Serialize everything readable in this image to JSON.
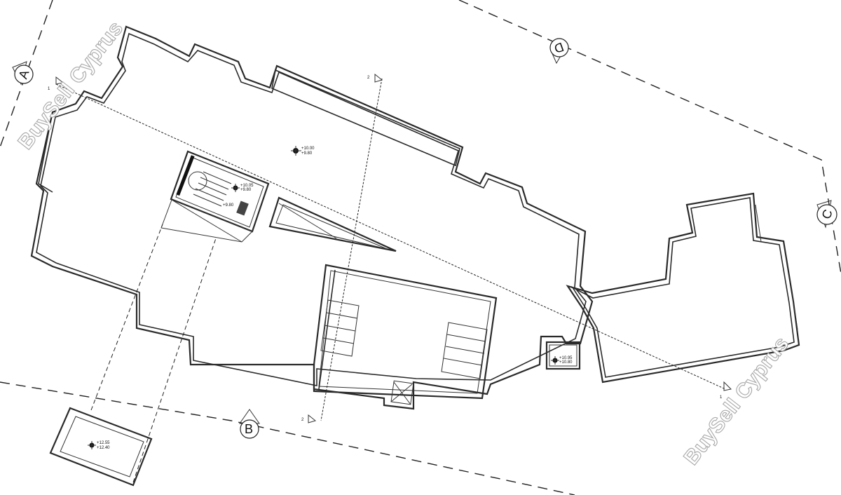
{
  "watermark": {
    "text": "BuySell Cyprus"
  },
  "grid_markers": [
    {
      "id": "marker-a",
      "label": "A"
    },
    {
      "id": "marker-b",
      "label": "B"
    },
    {
      "id": "marker-c",
      "label": "C"
    },
    {
      "id": "marker-d",
      "label": "D"
    }
  ],
  "section_markers": {
    "section_1_label": "1",
    "section_2_label": "2"
  },
  "levels": {
    "roof_main_top": "+10.00",
    "roof_main_bottom": "+9.80",
    "stair_top": "+10.05",
    "stair_bottom": "+9.80",
    "stair_inner": "+9.80",
    "right_box_top": "+10.95",
    "right_box_bottom": "+10.80",
    "lower_box_top": "+12.55",
    "lower_box_bottom": "+12.40"
  }
}
